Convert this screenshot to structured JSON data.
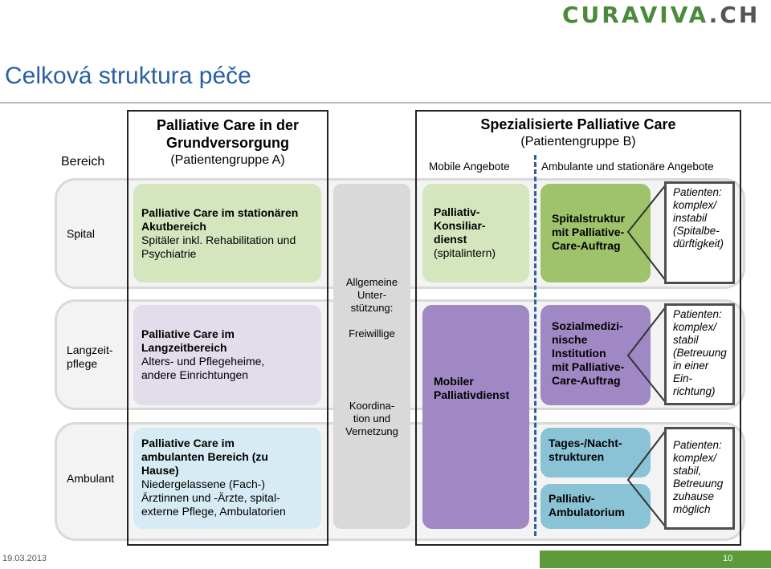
{
  "logo": {
    "part1": "CURAVIVA",
    "part2": ".CH"
  },
  "title": "Celková struktura péče",
  "headers": {
    "left_title": "Palliative Care in der\nGrundversorgung",
    "left_sub": "(Patientengruppe A)",
    "right_title": "Spezialisierte Palliative Care",
    "right_sub": "(Patientengruppe B)",
    "bereich": "Bereich",
    "mobile": "Mobile Angebote",
    "ambulante": "Ambulante und stationäre Angebote"
  },
  "rows": {
    "spital": "Spital",
    "langzeit": "Langzeit-\npflege",
    "ambulant": "Ambulant"
  },
  "boxes": {
    "spital_main_bold": "Palliative Care im stationären\nAkutbereich",
    "spital_main_text": "Spitäler inkl. Rehabilitation und\nPsychiatrie",
    "langzeit_main_bold": "Palliative Care im\nLangzeitbereich",
    "langzeit_main_text": "Alters- und Pflegeheime,\nandere Einrichtungen",
    "ambulant_main_bold": "Palliative Care im\nambulanten Bereich (zu\nHause)",
    "ambulant_main_text": "Niedergelassene (Fach-)\nÄrztinnen und -Ärzte, spital-\nexterne Pflege, Ambulatorien",
    "support_1": "Allgemeine\nUnter-\nstützung:",
    "support_2": "Freiwillige",
    "support_3": "Koordina-\ntion und\nVernetzung",
    "konsiliar_bold": "Palliativ-\nKonsiliar-\ndienst",
    "konsiliar_text": "(spitalintern)",
    "mobiler": "Mobiler\nPalliativdienst",
    "spitalstruktur": "Spitalstruktur\nmit Palliative-\nCare-Auftrag",
    "sozial": "Sozialmedizi-\nnische\nInstitution\nmit Palliative-\nCare-Auftrag",
    "tages": "Tages-/Nacht-\nstrukturen",
    "ambulatorium": "Palliativ-\nAmbulatorium",
    "patient_1": "Patienten:\nkomplex/\ninstabil\n(Spitalbe-\ndürftigkeit)",
    "patient_2": "Patienten:\nkomplex/\nstabil\n(Betreuung\nin einer\nEin-\nrichtung)",
    "patient_3": "Patienten:\nkomplex/\nstabil,\nBetreuung\nzuhause\nmöglich"
  },
  "footer": {
    "date": "19.03.2013",
    "page": "10"
  },
  "colors": {
    "title_blue": "#2a5fa6",
    "green_logo": "#4a8a3a",
    "green_box": "#d5e6bf",
    "green_box_dark": "#9ec36b",
    "lilac_box": "#e3dcea",
    "lilac_dark": "#9f88c4",
    "blue_box": "#d6ebf3",
    "blue_dark": "#8bc3d6",
    "support_gray": "#d9d9d9"
  }
}
